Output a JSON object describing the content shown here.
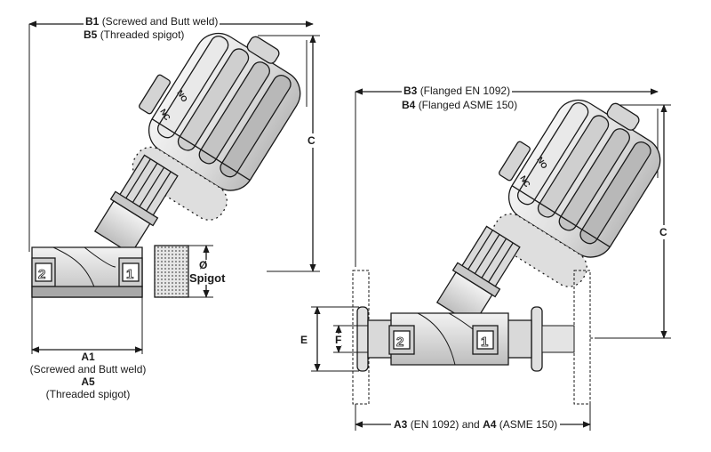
{
  "left_view": {
    "top_dimension": {
      "line1_code": "B1",
      "line1_text": "(Screwed and Butt weld)",
      "line2_code": "B5",
      "line2_text": "(Threaded spigot)"
    },
    "height_dimension": "C",
    "bottom_dimension": {
      "line1_code": "A1",
      "line2_text": "(Screwed and Butt weld)",
      "line3_code": "A5",
      "line4_text": "(Threaded spigot)"
    },
    "spigot_label": {
      "symbol": "Ø",
      "text": "Spigot"
    },
    "port_labels": [
      "2",
      "1"
    ],
    "actuator_markings": [
      "NO",
      "NC"
    ]
  },
  "right_view": {
    "top_dimension": {
      "line1_code": "B3",
      "line1_text": "(Flanged EN 1092)",
      "line2_code": "B4",
      "line2_text": "(Flanged ASME 150)"
    },
    "height_dimension": "C",
    "flange_dimensions": {
      "outer": "E",
      "inner": "F"
    },
    "bottom_dimension": {
      "code1": "A3",
      "text1": "(EN 1092) and",
      "code2": "A4",
      "text2": "(ASME 150)"
    },
    "port_labels": [
      "2",
      "1"
    ],
    "actuator_markings": [
      "NO",
      "NC"
    ]
  },
  "colors": {
    "line": "#1a1a1a",
    "body_fill": "#e8e8e8",
    "shade": "#b5b5b5"
  }
}
